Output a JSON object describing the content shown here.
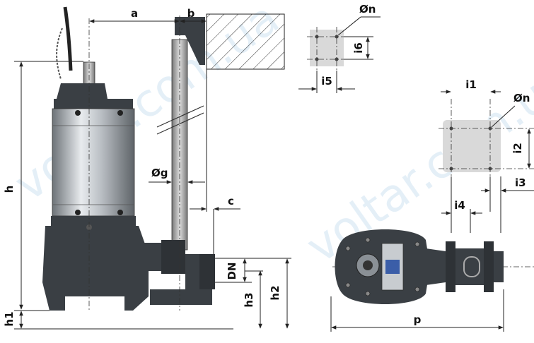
{
  "dimension_labels": {
    "a": "a",
    "b": "b",
    "c": "c",
    "h": "h",
    "h1": "h1",
    "h2": "h2",
    "h3": "h3",
    "dn": "DN",
    "og": "Øg",
    "on_top": "Øn",
    "on_right": "Øn",
    "i1": "i1",
    "i2": "i2",
    "i3": "i3",
    "i4": "i4",
    "i5": "i5",
    "i6": "i6",
    "p": "p"
  },
  "watermark": "voltar.com.ua",
  "colors": {
    "pump_body": "#3a3f44",
    "steel": "#c8ccd0",
    "plate_fill": "#d9d9d9",
    "watermark": "#9fc7e6"
  }
}
